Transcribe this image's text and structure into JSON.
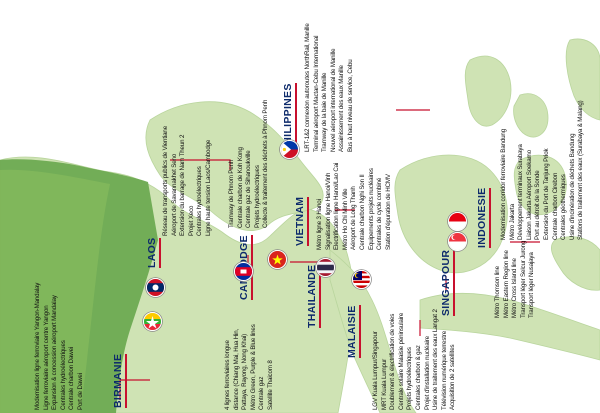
{
  "colors": {
    "sea": "#ffffff",
    "land": "#cfe3b4",
    "land_dark": "#6aa84f",
    "accent_line": "#c8102e",
    "text": "#111111",
    "country_label": "#0d2a6b"
  },
  "countries": [
    {
      "id": "birmanie",
      "label": "BIRMANIE",
      "flag": "myanmar-flag",
      "projects": [
        "Modernisation ligne ferroviaire Yangon-Mandalay",
        "Ligne ferroviaire aéroport centre Yangon",
        "Expansion & concession aéroport Mandalay",
        "Centrales hydroélectriques",
        "Centrale charbon Dawei",
        "Port de Dawei"
      ]
    },
    {
      "id": "laos",
      "label": "LAOS",
      "flag": "laos-flag",
      "projects": [
        "Réseau de transports publics de Vientiane",
        "Aéroport de Savannakhet Seno",
        "Extension du barrage de Nam Theun 2",
        "Projet Xeco",
        "Centrales hydroélectriques",
        "Ligne haute tension Laos/Cambodge"
      ]
    },
    {
      "id": "cambodge",
      "label": "CAMBODGE",
      "flag": "cambodia-flag",
      "projects": [
        "Tramway de Phnom Penh",
        "Centrale charbon de Koh Kong",
        "Centrale gaz de Sihanoukville",
        "Projets hydroélectriques",
        "Collecte & traitement des déchets à Phnom Penh"
      ]
    },
    {
      "id": "thailande",
      "label": "THAILANDE",
      "flag": "thailand-flag",
      "projects": [
        "4 lignes ferroviaires longue",
        "distance (Chiang Mai, Hua Hin,",
        "Pattaya, Rayong, Nong Khai)",
        "Métro Green, Purple & Blue lines",
        "Centrale gaz",
        "Satellite Thaicom 8"
      ]
    },
    {
      "id": "vietnam",
      "label": "VIETNAM",
      "flag": "vietnam-flag",
      "projects": [
        "Métro ligne 3 Hanoi",
        "Signalisation ligne Hanoi/Vinh",
        "Electrification ligne Hanoi/Lao Cai",
        "Métro Ho Chi Minh Ville",
        "Aéroport de Long Thanh",
        "Centrale charbon Nghi Son II",
        "Equipements projets nucléaires",
        "Centrales de cycle combiné",
        "Station d'épuration de HCMV"
      ]
    },
    {
      "id": "malaisie",
      "label": "MALAISIE",
      "flag": "malaysia-flag",
      "projects": [
        "LGV Kuala Lumpur/Singapour",
        "MRT Kuala Lumpur",
        "Doublement & électrification de voies",
        "Centrale solaire Malaisie péninsulaire",
        "Projets hydroélectriques",
        "Centrales charbon & gaz",
        "Projet d'installation nucléaire",
        "Usine de traitement des eaux Langat 2",
        "Télévision numérique terrestre",
        "Acquisition de 2 satellites"
      ]
    },
    {
      "id": "philippines",
      "label": "PHILIPPINES",
      "flag": "philippines-flag",
      "projects": [
        "LRT-1&2 connexion autoroutes NorthRail, Manille",
        "Terminal aéroport Mactan-Cebu International",
        "Tramway de la baie de Manille",
        "Nouvel aéroport international de Manille",
        "Assainissement des eaux Manille",
        "Bus à haut niveau de service, Cebu"
      ]
    },
    {
      "id": "singapour",
      "label": "SINGAPOUR",
      "flag": "singapore-flag",
      "projects": [
        "Métro Thomson line",
        "Métro Eastern Region line",
        "Métro Cross Island line",
        "Transport léger Selcur Jurong",
        "Transport léger Nusajaya"
      ]
    },
    {
      "id": "indonesie",
      "label": "INDONESIE",
      "flag": "indonesia-flag",
      "projects": [
        "Modernisation corridor ferroviaire Bandung",
        "Métro Jakarta",
        "Développement terminaux Surabaya",
        "Liaison Jakarta Aéroport Soekarno",
        "Port au détroit de la Sonde",
        "Extension du Port de Tanjung Priok",
        "Centrale charbon Cirebon",
        "Centrales géothermiques",
        "Usine d'incinération de déchets Bandung",
        "Stations de traitement des eaux (Surabaya & Malang)"
      ]
    }
  ]
}
